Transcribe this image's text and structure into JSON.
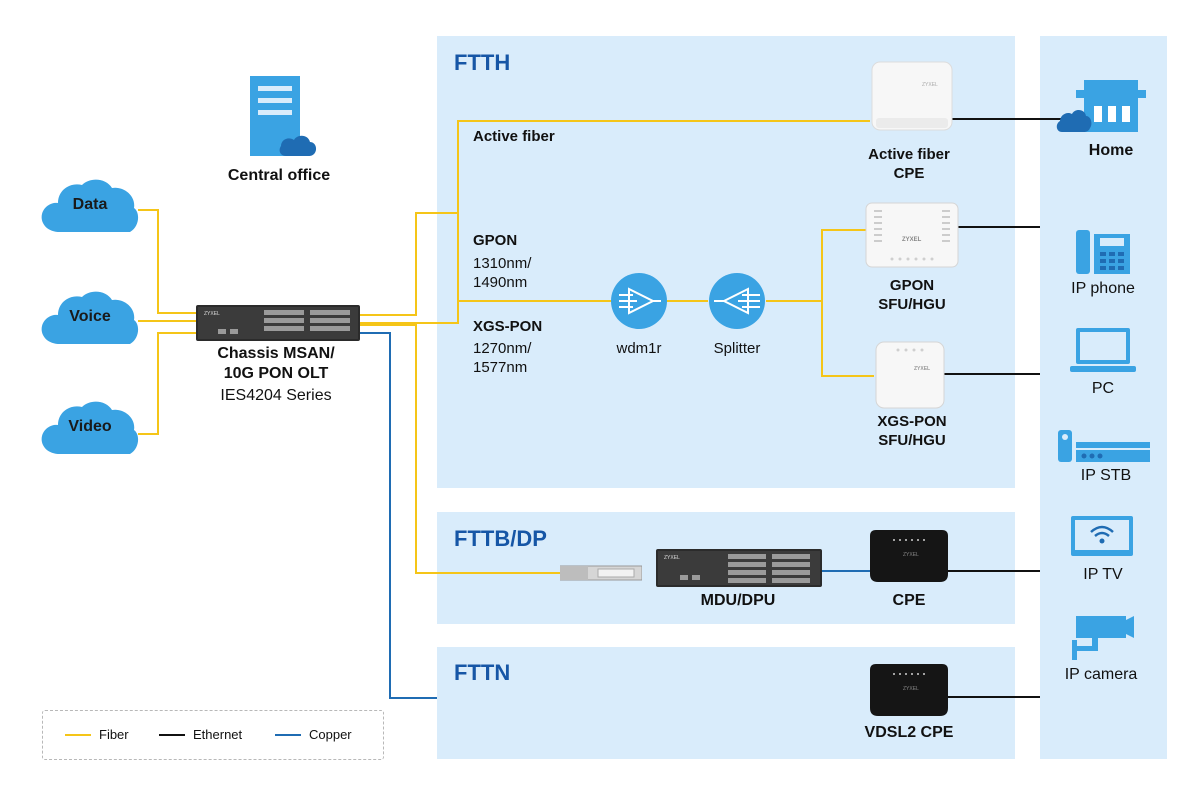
{
  "zones": {
    "ftth": "FTTH",
    "fttb": "FTTB/DP",
    "fttn": "FTTN"
  },
  "sources": {
    "data": "Data",
    "voice": "Voice",
    "video": "Video"
  },
  "central_office": "Central office",
  "olt": {
    "line1": "Chassis MSAN/",
    "line2": "10G PON OLT",
    "series": "IES4204 Series"
  },
  "ftth_labels": {
    "active_fiber": "Active fiber",
    "gpon": "GPON",
    "gpon_wl1": "1310nm/",
    "gpon_wl2": "1490nm",
    "xgspon": "XGS-PON",
    "xgspon_wl1": "1270nm/",
    "xgspon_wl2": "1577nm",
    "wdm": "wdm1r",
    "splitter": "Splitter",
    "af_cpe1": "Active fiber",
    "af_cpe2": "CPE",
    "gpon_dev1": "GPON",
    "gpon_dev2": "SFU/HGU",
    "xgs_dev1": "XGS-PON",
    "xgs_dev2": "SFU/HGU"
  },
  "fttb_labels": {
    "mdu": "MDU/DPU",
    "cpe": "CPE"
  },
  "fttn_labels": {
    "vdsl": "VDSL2  CPE"
  },
  "endpoints": {
    "home": "Home",
    "phone": "IP phone",
    "pc": "PC",
    "stb": "IP STB",
    "tv": "IP TV",
    "camera": "IP camera"
  },
  "brand": "ZYXEL",
  "legend": {
    "fiber": "Fiber",
    "ethernet": "Ethernet",
    "copper": "Copper"
  },
  "colors": {
    "fiber": "#f5c518",
    "ethernet": "#111111",
    "copper": "#1f6cb3",
    "zone_bg": "#d9ecfb",
    "cloud": "#3aa3e3",
    "icon_blue": "#3aa3e3",
    "title_blue": "#1656a6"
  }
}
